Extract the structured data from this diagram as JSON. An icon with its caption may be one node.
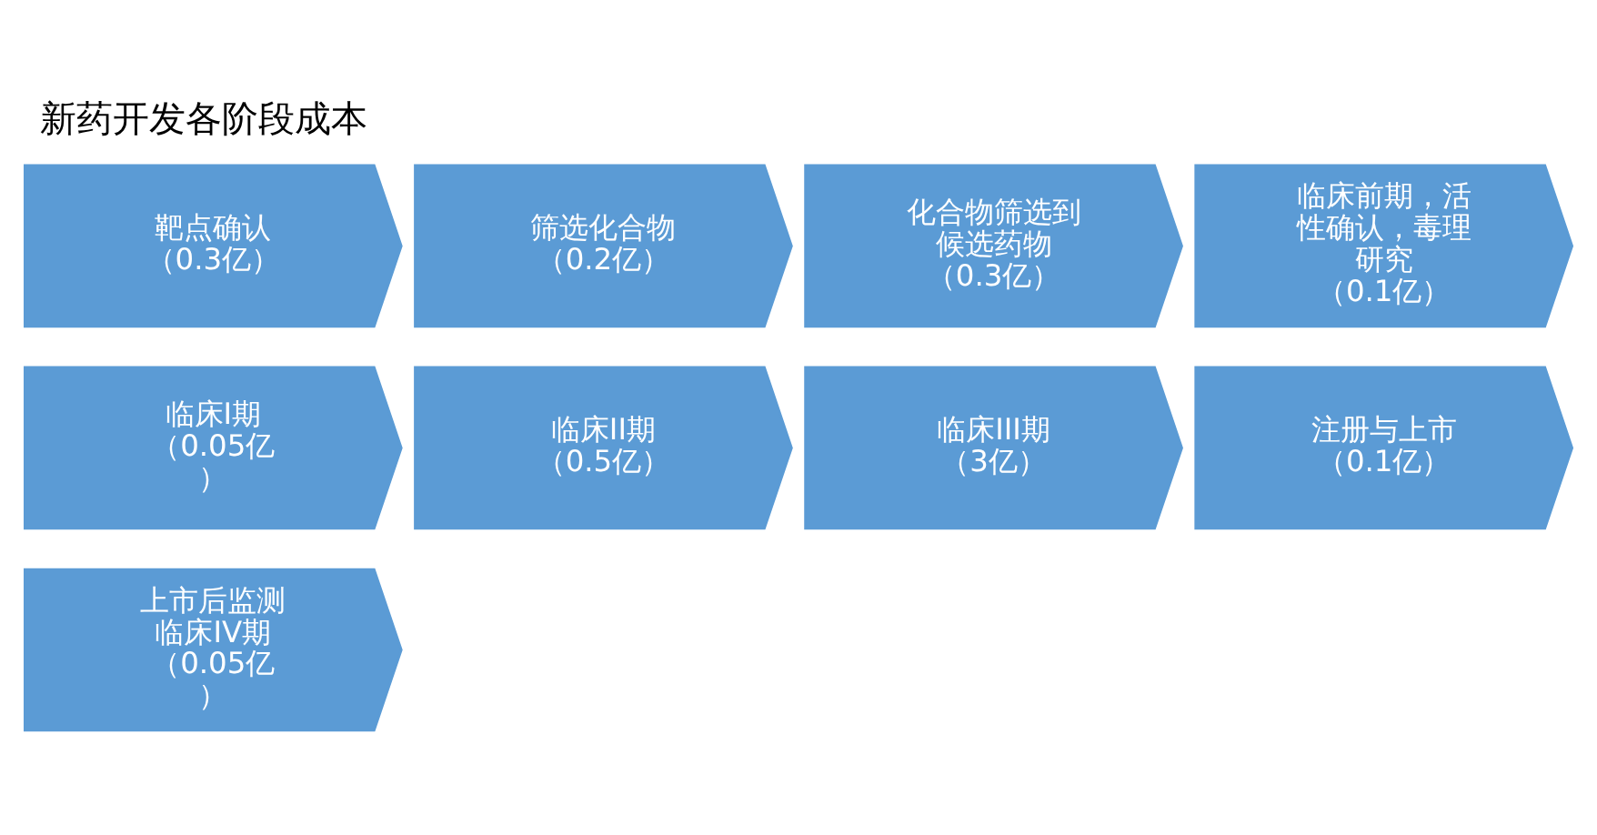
{
  "diagram": {
    "title": "新药开发各阶段成本",
    "nodes": [
      {
        "text": [
          "靶点确认",
          "（0.3亿）"
        ]
      },
      {
        "text": [
          "筛选化合物",
          "（0.2亿）"
        ]
      },
      {
        "text": [
          "化合物筛选到候选药物",
          "（0.3亿）"
        ]
      },
      {
        "text": [
          "临床前期，活性确认，毒理研究",
          "（0.1亿）"
        ]
      },
      {
        "text": [
          "临床I期",
          "（0.05亿）"
        ]
      },
      {
        "text": [
          "临床II期",
          "（0.5亿）"
        ]
      },
      {
        "text": [
          "临床III期",
          "（3亿）"
        ]
      },
      {
        "text": [
          "注册与上市",
          "（0.1亿）"
        ]
      },
      {
        "text": [
          "上市后监测",
          "临床IV期",
          "（0.05亿）"
        ]
      }
    ],
    "edges": []
  }
}
